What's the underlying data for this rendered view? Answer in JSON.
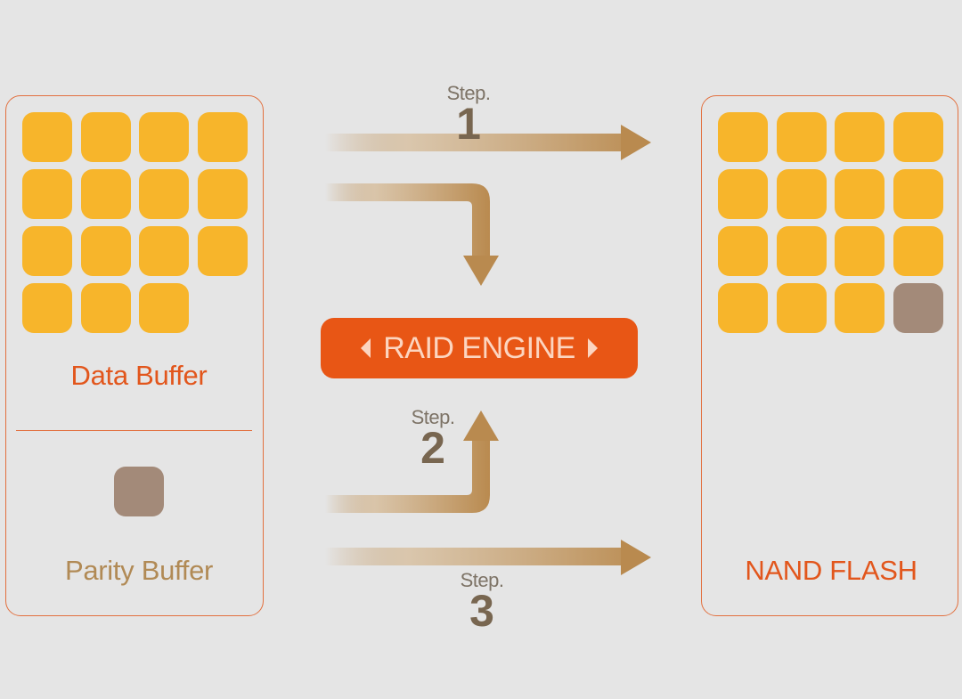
{
  "diagram": {
    "left_panel": {
      "data_buffer": {
        "label": "Data Buffer",
        "block_count": 15,
        "columns": 4
      },
      "parity_buffer": {
        "label": "Parity Buffer",
        "block_count": 1
      }
    },
    "raid_engine": {
      "label": "RAID ENGINE"
    },
    "right_panel": {
      "label": "NAND FLASH",
      "data_block_count": 15,
      "parity_block_count": 1,
      "columns": 4
    },
    "steps": [
      {
        "word": "Step.",
        "number": "1",
        "description": "Data Buffer to NAND FLASH"
      },
      {
        "word": "Step.",
        "number": "2",
        "description": "Parity Buffer to RAID ENGINE"
      },
      {
        "word": "Step.",
        "number": "3",
        "description": "Parity Buffer to NAND FLASH"
      }
    ],
    "colors": {
      "background": "#e5e5e5",
      "panel_border": "#e2703f",
      "data_block": "#f7b52b",
      "parity_block": "#a38a79",
      "raid_engine": "#e85615",
      "raid_engine_text": "#fcd5c0",
      "arrow": "#b98a4f",
      "orange_label": "#e2561c",
      "parity_label": "#b18a55"
    }
  }
}
